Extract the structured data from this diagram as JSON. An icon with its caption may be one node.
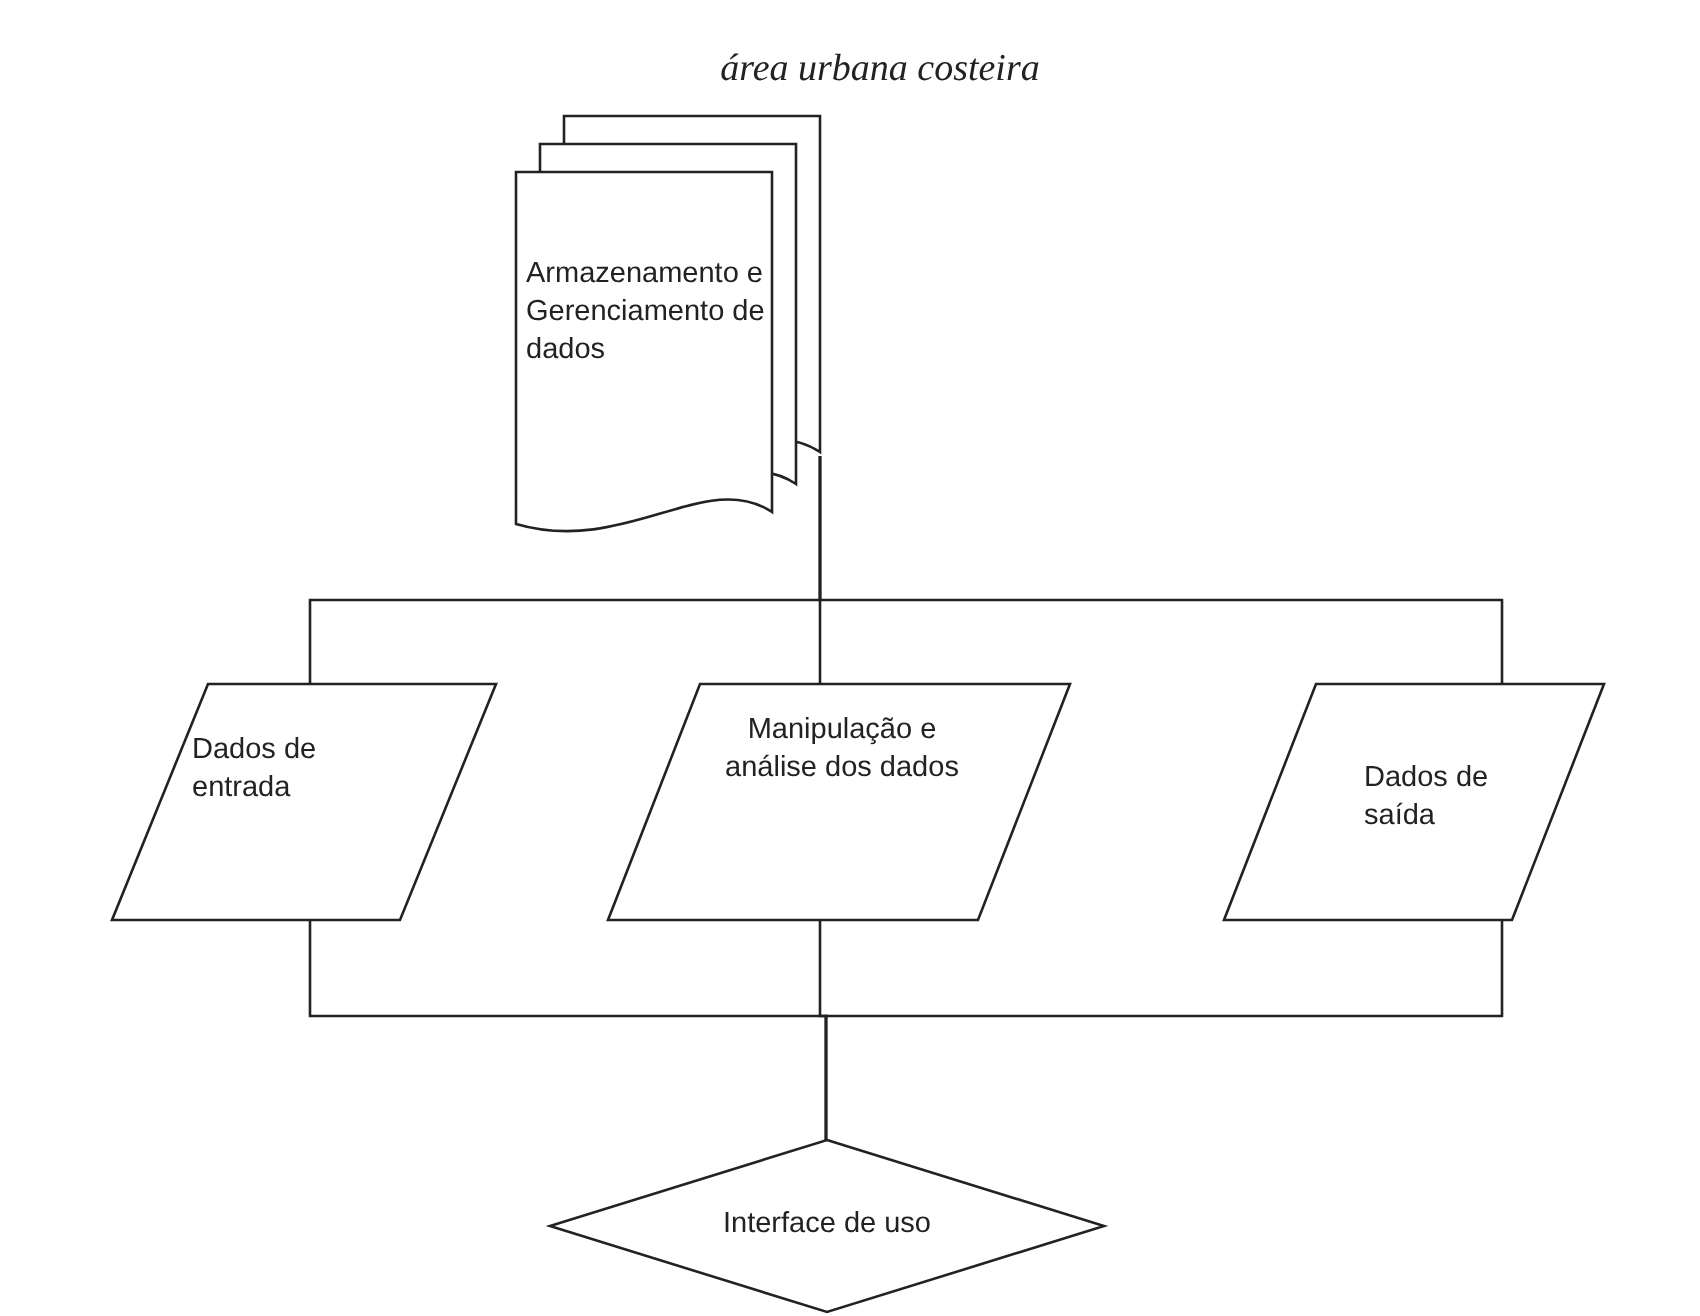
{
  "diagram": {
    "title": "área urbana costeira",
    "nodes": [
      {
        "text": [
          "Armazenamento e Gerenciamento de dados"
        ]
      },
      {
        "text": [
          "Dados de entrada"
        ]
      },
      {
        "text": [
          "Manipulação e análise dos dados"
        ]
      },
      {
        "text": [
          "Dados de saída"
        ]
      },
      {
        "text": [
          "Interface de uso"
        ]
      }
    ],
    "edges": [
      {
        "from": 0,
        "to": 1,
        "arrow": "none"
      },
      {
        "from": 0,
        "to": 2,
        "arrow": "none"
      },
      {
        "from": 0,
        "to": 3,
        "arrow": "none"
      },
      {
        "from": 1,
        "to": 4,
        "arrow": "none"
      },
      {
        "from": 2,
        "to": 4,
        "arrow": "none"
      },
      {
        "from": 3,
        "to": 4,
        "arrow": "none"
      }
    ]
  }
}
